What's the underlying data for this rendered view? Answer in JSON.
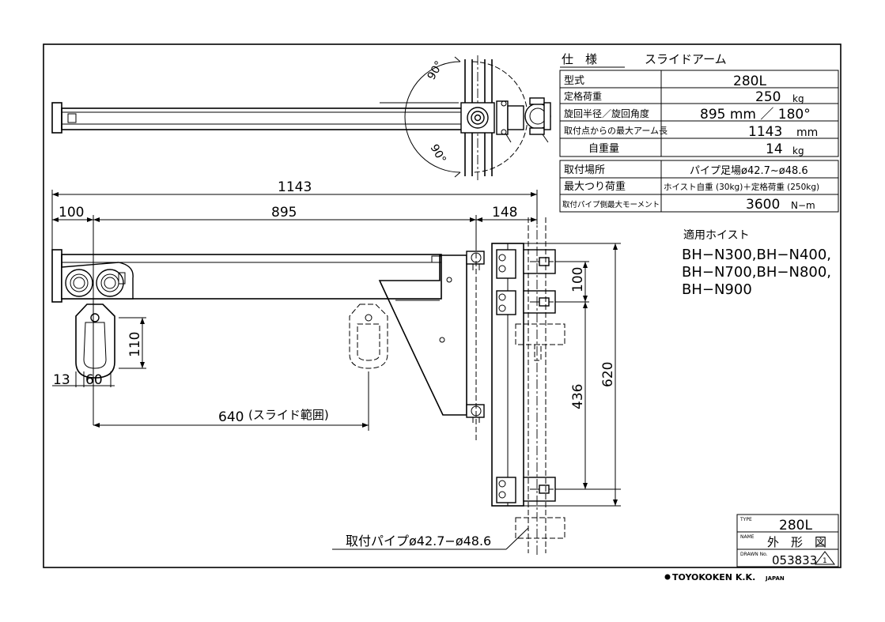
{
  "spec_table": {
    "header_left": "仕　様",
    "header_right": "スライドアーム",
    "rows": [
      {
        "label": "型式",
        "value": "280L",
        "unit": ""
      },
      {
        "label": "定格荷重",
        "value": "250",
        "unit": "kg"
      },
      {
        "label": "旋回半径／旋回角度",
        "value": "895 mm ／ 180°",
        "unit": ""
      },
      {
        "label": "取付点からの最大アーム長",
        "value": "1143",
        "unit": "mm"
      },
      {
        "label": "自重量",
        "value": "14",
        "unit": "kg"
      }
    ],
    "rows2": [
      {
        "label": "取付場所",
        "value": "パイプ足場ø42.7~ø48.6",
        "unit": ""
      },
      {
        "label": "最大つり荷重",
        "value": "ホイスト自重 (30kg)＋定格荷重 (250kg)",
        "unit": ""
      },
      {
        "label": "取付パイプ側最大モーメント",
        "value": "3600",
        "unit": "N−m"
      }
    ]
  },
  "hoist": {
    "title": "適用ホイスト",
    "lines": [
      "BH−N300,BH−N400,",
      "BH−N700,BH−N800,",
      "BH−N900"
    ]
  },
  "dimensions": {
    "total": "1143",
    "d100": "100",
    "d895": "895",
    "d148": "148",
    "d110": "110",
    "d13": "13",
    "d60": "60",
    "slide": "640",
    "slide_note": "(スライド範囲)",
    "v100": "100",
    "v436": "436",
    "v620": "620",
    "angle_top": "90°",
    "angle_bottom": "90°",
    "pipe_note": "取付パイプø42.7−ø48.6"
  },
  "title_block": {
    "type_label": "TYPE",
    "type_value": "280L",
    "name_label": "NAME",
    "name_value": "外　形　図",
    "drawn_label": "DRAWN No.",
    "drawn_value": "053833",
    "revision": "1"
  },
  "company": {
    "name": "TOYOKOKEN K.K.",
    "suffix": "JAPAN"
  }
}
